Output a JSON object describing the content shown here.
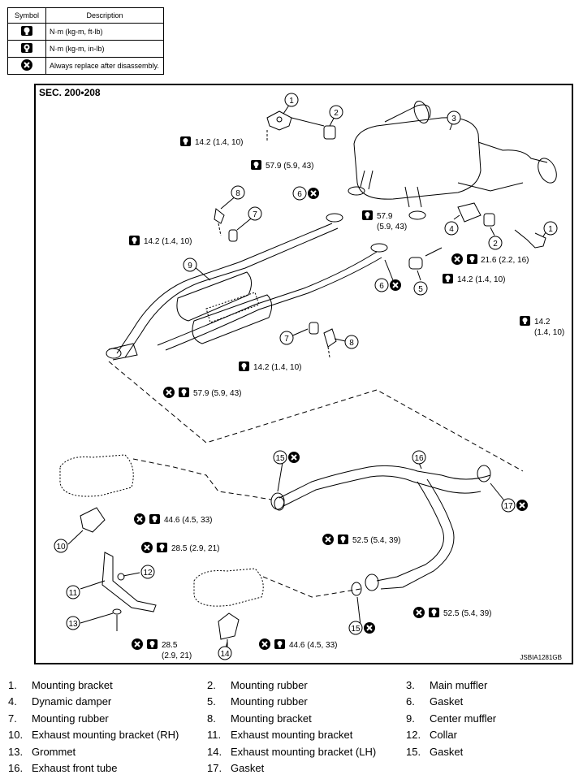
{
  "legend": {
    "header_symbol": "Symbol",
    "header_description": "Description",
    "rows": [
      {
        "icon": "torque-wrench-icon",
        "text": "N·m (kg-m, ft-lb)"
      },
      {
        "icon": "torque-wrench-inlb-icon",
        "text": "N·m (kg-m, in-lb)"
      },
      {
        "icon": "replace-icon",
        "text": "Always replace after disassembly."
      }
    ]
  },
  "diagram": {
    "section": "SEC. 200•208",
    "code": "JSBIA1281GB",
    "callouts": [
      "1",
      "2",
      "3",
      "4",
      "5",
      "6",
      "7",
      "8",
      "9",
      "10",
      "11",
      "12",
      "13",
      "14",
      "15",
      "16",
      "17"
    ],
    "torques": {
      "t1": "14.2 (1.4, 10)",
      "t2": "57.9 (5.9, 43)",
      "t3a": "57.9",
      "t3b": "(5.9, 43)",
      "t4": "14.2 (1.4, 10)",
      "t5": "21.6 (2.2, 16)",
      "t6": "14.2 (1.4, 10)",
      "t7a": "14.2",
      "t7b": "(1.4, 10)",
      "t8": "14.2 (1.4, 10)",
      "t9": "57.9 (5.9, 43)",
      "t10": "44.6 (4.5, 33)",
      "t11": "28.5 (2.9, 21)",
      "t12": "52.5 (5.4, 39)",
      "t13": "52.5 (5.4, 39)",
      "t14a": "28.5",
      "t14b": "(2.9, 21)",
      "t15": "44.6 (4.5, 33)"
    }
  },
  "parts": [
    [
      "1.",
      "Mounting bracket",
      "2.",
      "Mounting rubber",
      "3.",
      "Main muffler"
    ],
    [
      "4.",
      "Dynamic damper",
      "5.",
      "Mounting rubber",
      "6.",
      "Gasket"
    ],
    [
      "7.",
      "Mounting rubber",
      "8.",
      "Mounting bracket",
      "9.",
      "Center muffler"
    ],
    [
      "10.",
      "Exhaust mounting bracket (RH)",
      "11.",
      "Exhaust mounting bracket",
      "12.",
      "Collar"
    ],
    [
      "13.",
      "Grommet",
      "14.",
      "Exhaust mounting bracket (LH)",
      "15.",
      "Gasket"
    ],
    [
      "16.",
      "Exhaust front tube",
      "17.",
      "Gasket",
      "",
      ""
    ]
  ]
}
